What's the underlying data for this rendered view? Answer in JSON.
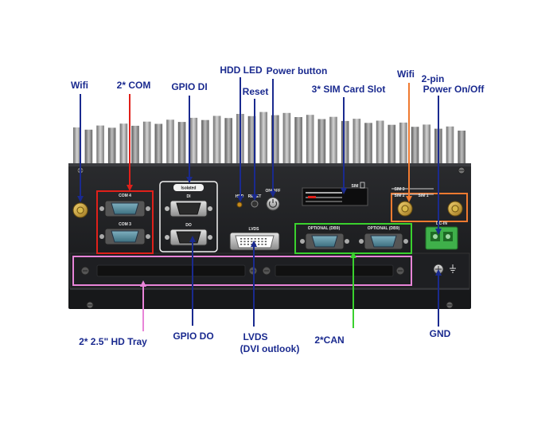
{
  "colors": {
    "navy": "#1a2a8f",
    "red": "#e0201a",
    "orange": "#f07a30",
    "green": "#3ad12e",
    "pink": "#e884d8",
    "chassis": "#1b1c1e",
    "fins": "#8d8d8d"
  },
  "callouts": {
    "wifi_left": "Wifi",
    "com2": "2* COM",
    "gpio_di": "GPIO DI",
    "hdd_led": "HDD LED",
    "reset": "Reset",
    "power_button": "Power button",
    "sim_slot": "3* SIM Card Slot",
    "wifi_right": "Wifi",
    "power_2pin_line1": "2-pin",
    "power_2pin_line2": "Power On/Off",
    "hd_tray": "2* 2.5\" HD Tray",
    "gpio_do": "GPIO DO",
    "lvds_line1": "LVDS",
    "lvds_line2": "(DVI outlook)",
    "can2": "2*CAN",
    "gnd": "GND"
  },
  "panel_labels": {
    "com4": "COM 4",
    "com3": "COM 3",
    "isolated": "Isolated",
    "di": "DI",
    "do": "DO",
    "hdd": "HDD",
    "reset": "RESET",
    "onoff": "ON/OFF",
    "sim": "SIM",
    "lvds": "LVDS",
    "optional1": "OPTIONAL (DB9)",
    "optional2": "OPTIONAL (DB9)",
    "sim3": "SIM 3",
    "sim2": "SIM 2",
    "sim1": "SIM 1",
    "dcin": "DC-IN"
  }
}
